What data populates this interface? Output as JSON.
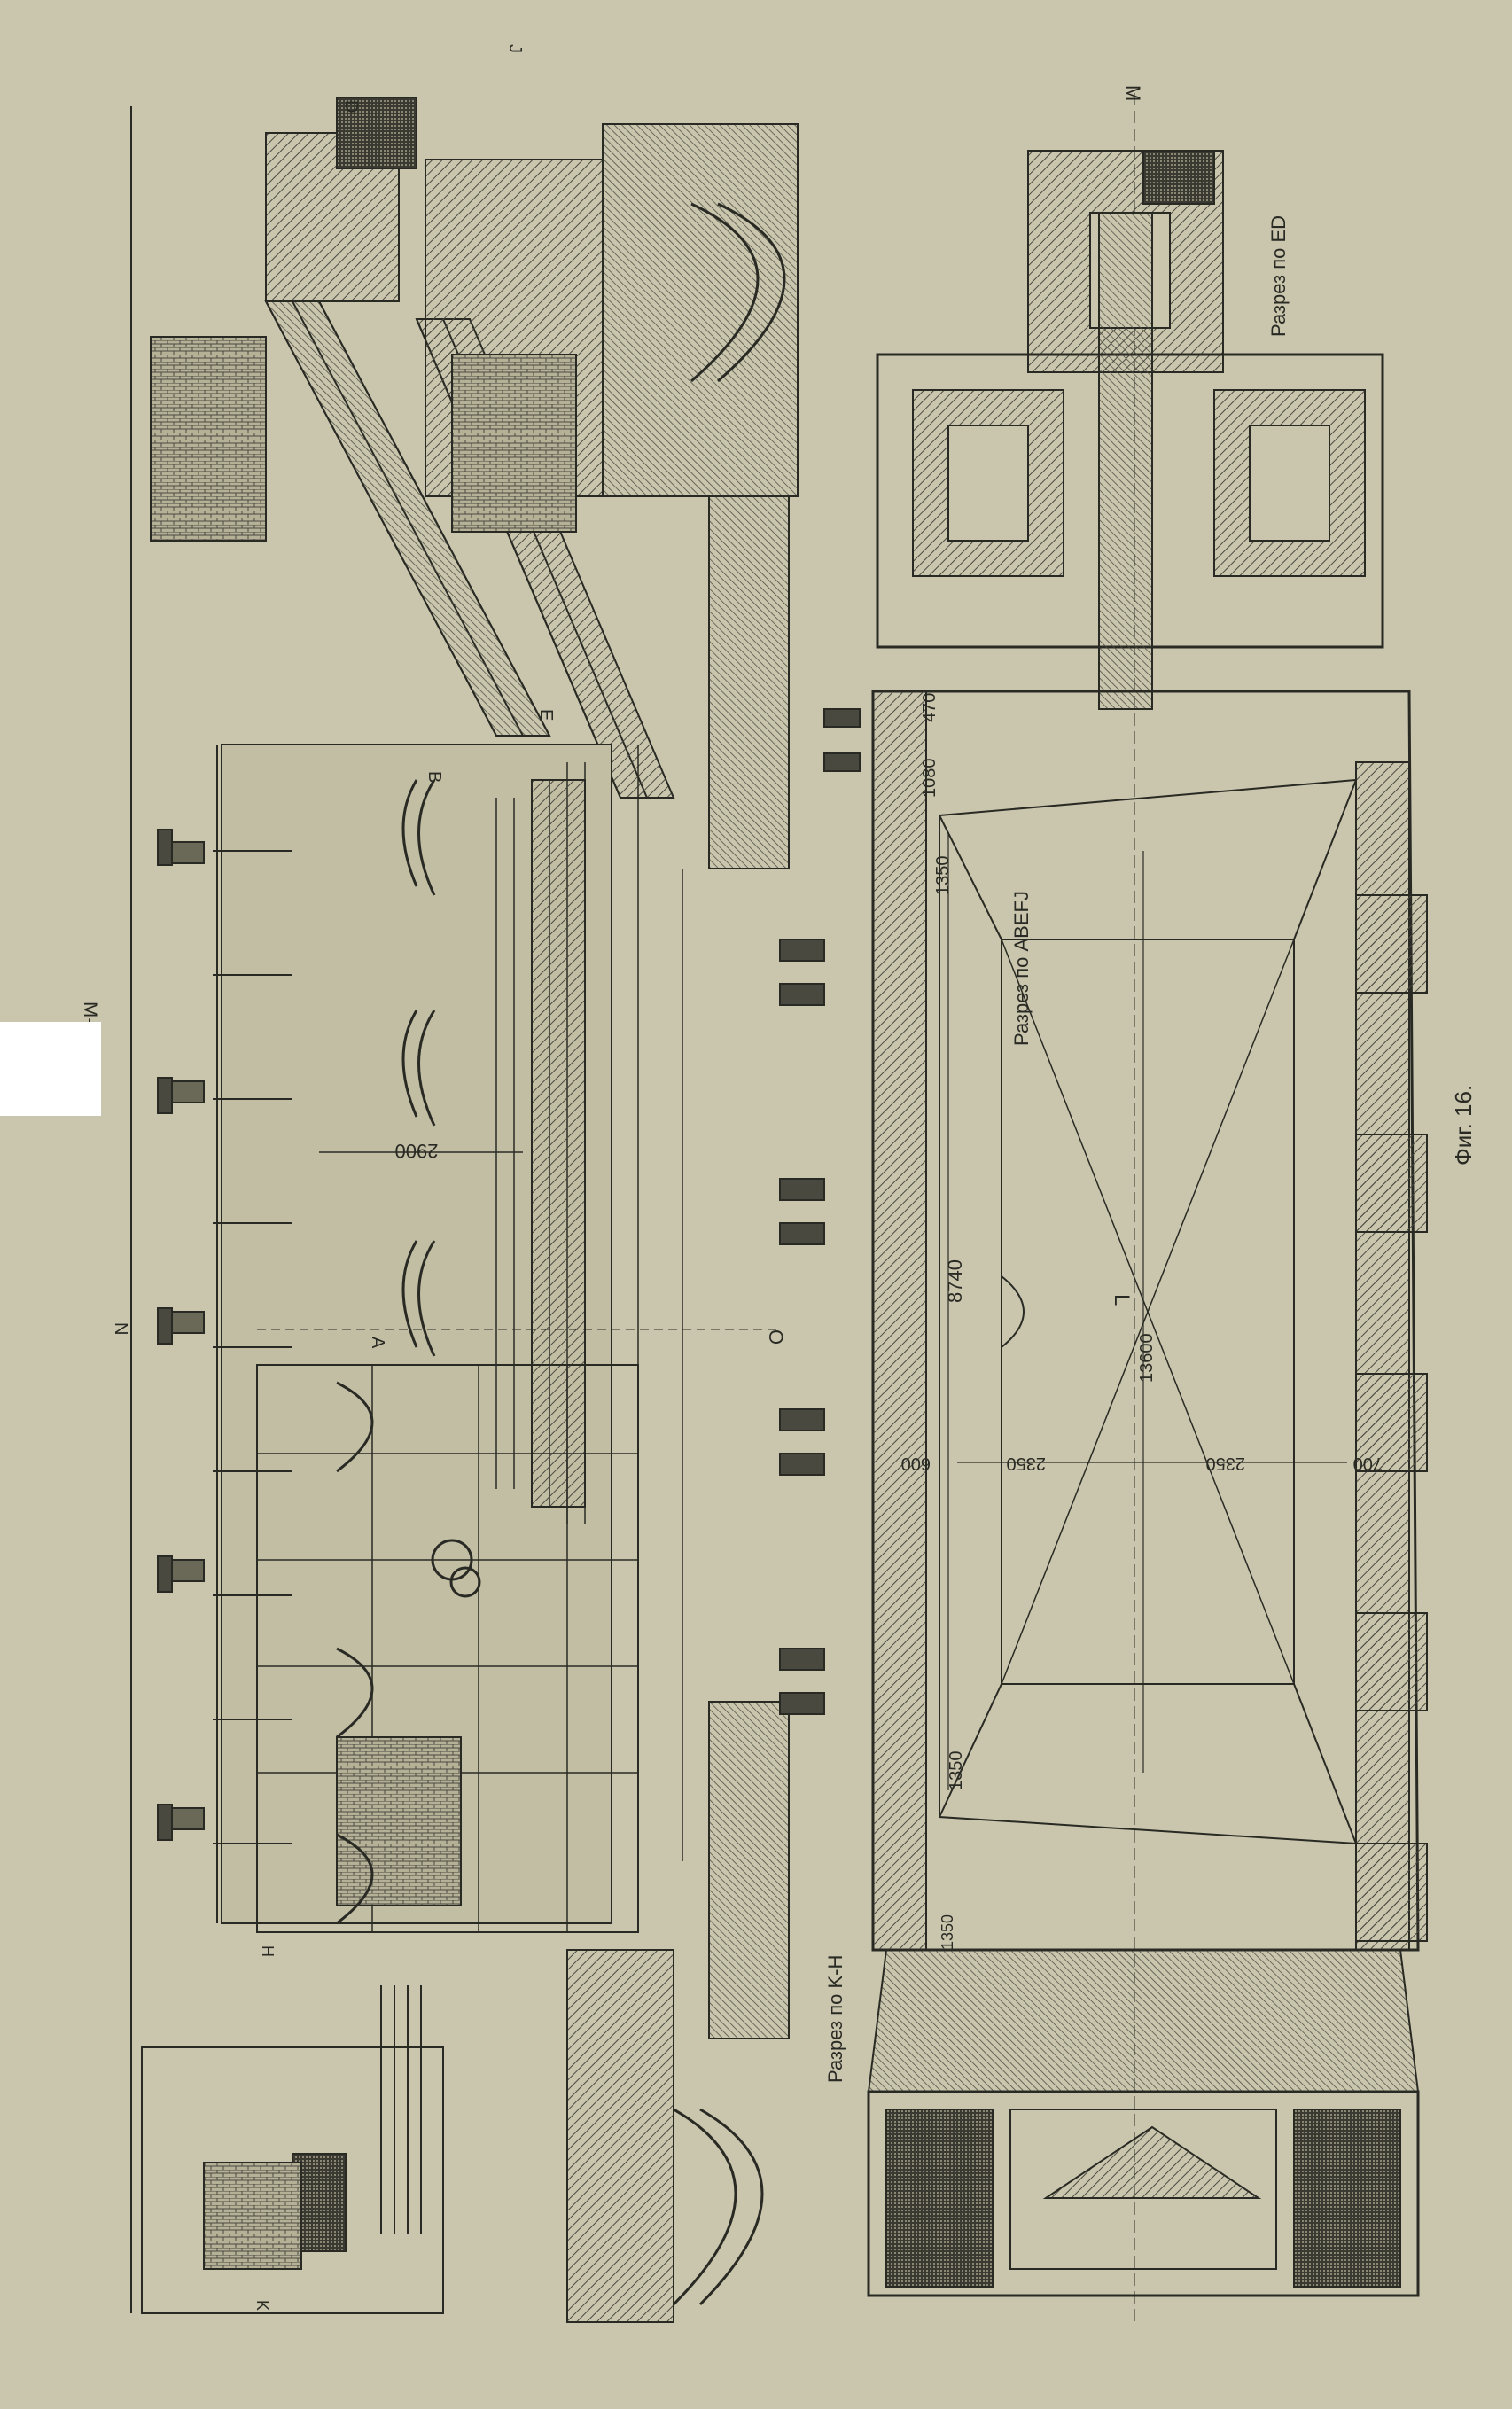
{
  "colors": {
    "paper": "#c9c6ad",
    "ink": "#2a2a24",
    "hatch": "#4a4940",
    "fill": "#b5b197"
  },
  "figure": {
    "caption": "Фиг. 16."
  },
  "elevation": {
    "labels": {
      "ml": "M-L",
      "n": "N",
      "o": "O",
      "a": "A",
      "b": "B",
      "e": "E",
      "d": "D",
      "j": "J",
      "h": "H",
      "k": "K",
      "dim_2900": "2900"
    }
  },
  "plan": {
    "labels": {
      "m": "M",
      "l": "L",
      "section_abefj": "Разрез по ABEFJ",
      "section_ed": "Разрез по ED",
      "section_kh": "Разрез по K-H",
      "d_470": "470",
      "d_1080": "1080",
      "d_1350_top": "1350",
      "d_8740": "8740",
      "d_13600": "13600",
      "d_600": "600",
      "d_2350_a": "2350",
      "d_2350_b": "2350",
      "d_700": "700",
      "d_1350_bottom": "1350",
      "d_1350s": "1350"
    }
  }
}
